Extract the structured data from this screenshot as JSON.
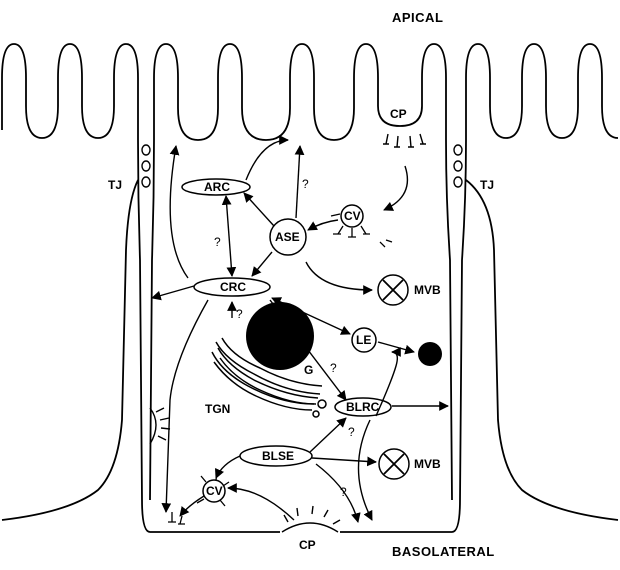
{
  "labels": {
    "apical": "APICAL",
    "basolateral": "BASOLATERAL",
    "tj_left": "TJ",
    "tj_right": "TJ",
    "cp_top": "CP",
    "cp_bottom": "CP",
    "cv_top": "CV",
    "cv_bottom": "CV",
    "arc": "ARC",
    "ase": "ASE",
    "crc": "CRC",
    "mvb_top": "MVB",
    "mvb_bottom": "MVB",
    "le": "LE",
    "g": "G",
    "tgn": "TGN",
    "blrc": "BLRC",
    "blse": "BLSE"
  },
  "question_mark": "?"
}
